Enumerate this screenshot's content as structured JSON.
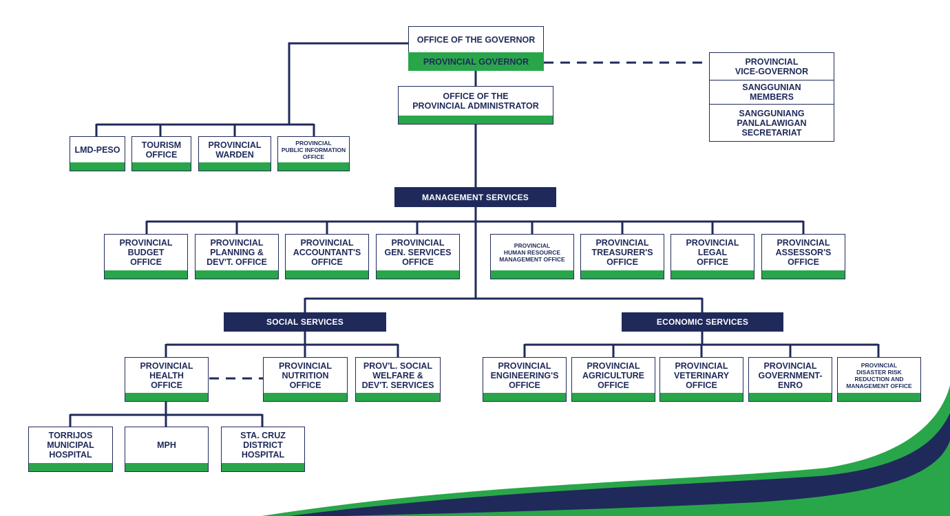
{
  "governor": {
    "office": "OFFICE OF THE GOVERNOR",
    "title": "PROVINCIAL GOVERNOR"
  },
  "vice": [
    "PROVINCIAL\nVICE-GOVERNOR",
    "SANGGUNIAN\nMEMBERS",
    "SANGGUNIANG\nPANLALAWIGAN\nSECRETARIAT"
  ],
  "administrator": "OFFICE OF THE\nPROVINCIAL ADMINISTRATOR",
  "governor_offices": [
    "LMD-PESO",
    "TOURISM\nOFFICE",
    "PROVINCIAL\nWARDEN",
    "PROVINCIAL\nPUBLIC INFORMATION\nOFFICE"
  ],
  "management": {
    "header": "MANAGEMENT SERVICES",
    "offices": [
      "PROVINCIAL\nBUDGET\nOFFICE",
      "PROVINCIAL\nPLANNING &\nDEV'T. OFFICE",
      "PROVINCIAL\nACCOUNTANT'S\nOFFICE",
      "PROVINCIAL\nGEN. SERVICES\nOFFICE",
      "PROVINCIAL\nHUMAN RESOURCE\nMANAGEMENT OFFICE",
      "PROVINCIAL\nTREASURER'S\nOFFICE",
      "PROVINCIAL\nLEGAL\nOFFICE",
      "PROVINCIAL\nASSESSOR'S\nOFFICE"
    ]
  },
  "social": {
    "header": "SOCIAL SERVICES",
    "offices": [
      "PROVINCIAL\nHEALTH\nOFFICE",
      "PROVINCIAL\nNUTRITION\nOFFICE",
      "PROV'L. SOCIAL\nWELFARE &\nDEV'T. SERVICES"
    ],
    "hospitals": [
      "TORRIJOS\nMUNICIPAL\nHOSPITAL",
      "MPH",
      "STA. CRUZ\nDISTRICT\nHOSPITAL"
    ]
  },
  "economic": {
    "header": "ECONOMIC SERVICES",
    "offices": [
      "PROVINCIAL\nENGINEERING'S\nOFFICE",
      "PROVINCIAL\nAGRICULTURE\nOFFICE",
      "PROVINCIAL\nVETERINARY\nOFFICE",
      "PROVINCIAL\nGOVERNMENT-\nENRO",
      "PROVINCIAL\nDISASTER RISK\nREDUCTION AND\nMANAGEMENT OFFICE"
    ]
  },
  "colors": {
    "navy": "#1f2a5a",
    "green": "#2aa64a"
  }
}
